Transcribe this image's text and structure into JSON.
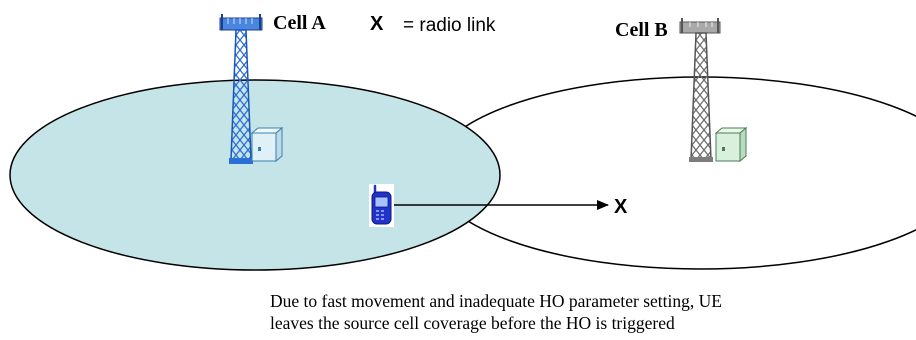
{
  "labels": {
    "cell_a": "Cell A",
    "cell_b": "Cell B",
    "legend_symbol": "X",
    "legend_text": "= radio link",
    "link_end_symbol": "X"
  },
  "caption": {
    "line1": "Due to fast movement and inadequate HO parameter setting, UE",
    "line2": "leaves the source cell coverage before the HO is triggered"
  },
  "colors": {
    "cell_a_fill": "#c5e4e8",
    "cell_a_tower": "#2a6fd6",
    "cell_b_tower": "#7d7d7d",
    "cabinet_a": "#dff1f6",
    "cabinet_b": "#d8f0dc",
    "ue_phone": "#2233cc"
  },
  "icons": [
    "cell-tower-a-icon",
    "cell-tower-b-icon",
    "equipment-cabinet-a-icon",
    "equipment-cabinet-b-icon",
    "ue-phone-icon",
    "arrow-right-icon"
  ]
}
